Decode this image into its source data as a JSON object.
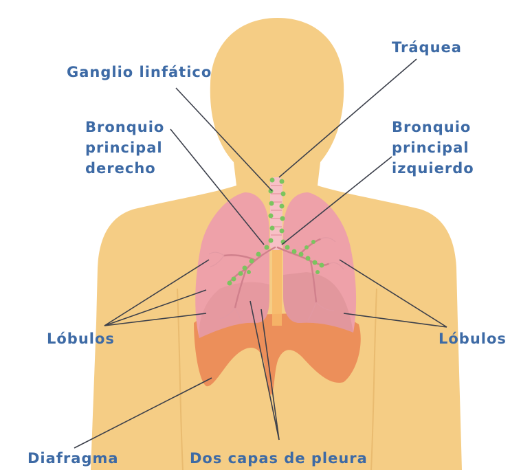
{
  "labels": {
    "traquea": "Tráquea",
    "ganglio": "Ganglio linfático",
    "bronquio_derecho": [
      "Bronquio",
      "principal",
      "derecho"
    ],
    "bronquio_izquierdo": [
      "Bronquio",
      "principal",
      "izquierdo"
    ],
    "lobulos_left": "Lóbulos",
    "lobulos_right": "Lóbulos",
    "diafragma": "Diafragma",
    "pleura": "Dos capas de pleura"
  },
  "colors": {
    "body": "#f5cd85",
    "lung": "#eea1a9",
    "lung_dark": "#d98f93",
    "diaphragm": "#ec8f5a",
    "trachea": "#f7c0c6",
    "lymph_node": "#7bc45f",
    "label": "#3d6aa5",
    "leader": "#3b3f4a"
  }
}
